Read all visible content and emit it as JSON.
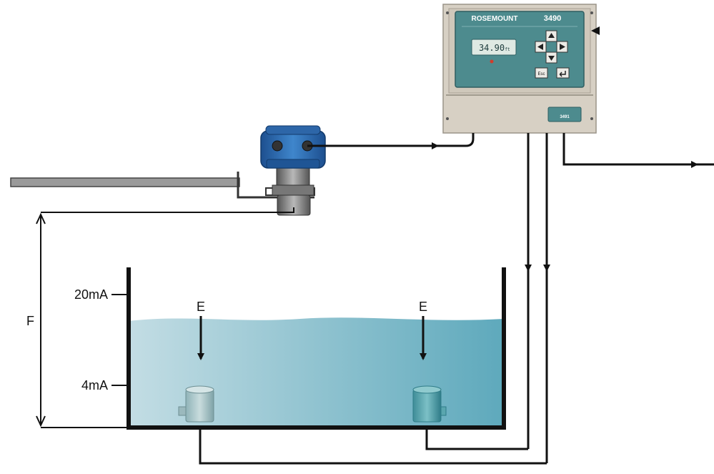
{
  "labels": {
    "f": "F",
    "level_20ma": "20mA",
    "level_4ma": "4mA",
    "probe_left": "E",
    "probe_right": "E"
  },
  "controller": {
    "brand": "ROSEMOUNT",
    "model": "3490",
    "display_value": "34.90",
    "display_unit": "ft",
    "esc_label": "Esc",
    "module_model": "3491",
    "buttons": [
      "arrow-up-icon",
      "arrow-left-icon",
      "arrow-right-icon",
      "arrow-down-icon",
      "enter-icon"
    ]
  },
  "colors": {
    "water_light": "#b8d8e0",
    "water_dark": "#5aa8bb",
    "controller_body": "#d9d2c6",
    "controller_panel": "#4a8a8c",
    "lcd": "#dfe9e3",
    "sensor_blue": "#2f6fb3",
    "line": "#111111"
  }
}
